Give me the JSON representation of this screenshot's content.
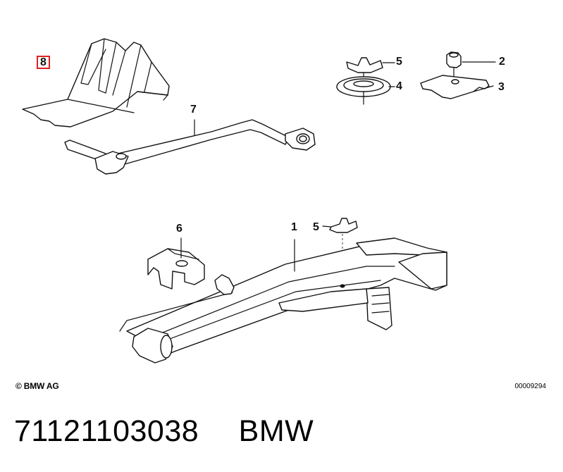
{
  "labels": {
    "c1": "1",
    "c2": "2",
    "c3": "3",
    "c4": "4",
    "c5a": "5",
    "c5b": "5",
    "c6": "6",
    "c7": "7",
    "c8": "8"
  },
  "copyright": "© BMW AG",
  "ref_code": "00009294",
  "part_number": "71121103038",
  "brand": "BMW",
  "colors": {
    "highlight": "#e02020",
    "ink": "#111111",
    "background": "#ffffff"
  }
}
